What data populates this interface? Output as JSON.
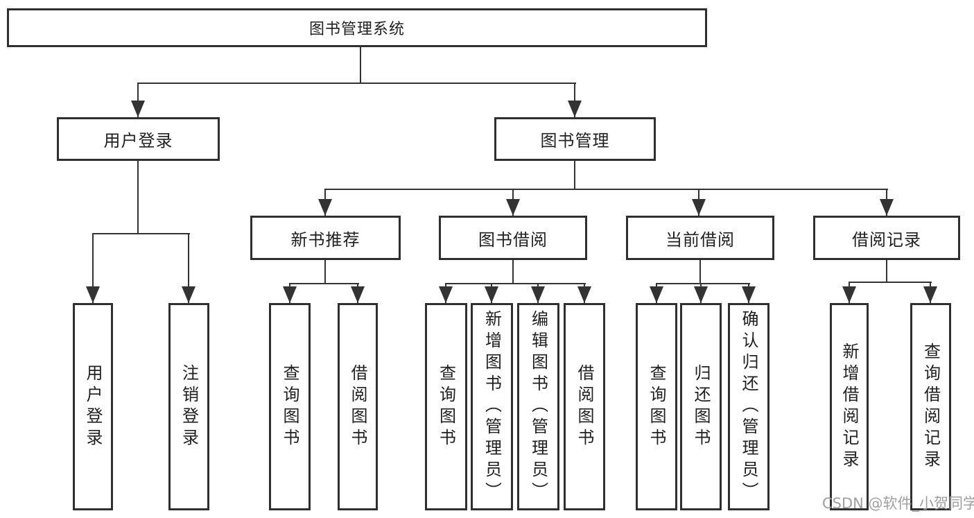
{
  "diagram": {
    "root": {
      "label": "图书管理系统",
      "children": [
        {
          "label": "用户登录",
          "children": [
            {
              "label": "用户登录"
            },
            {
              "label": "注销登录"
            }
          ]
        },
        {
          "label": "图书管理",
          "children": [
            {
              "label": "新书推荐",
              "children": [
                {
                  "label": "查询图书"
                },
                {
                  "label": "借阅图书"
                }
              ]
            },
            {
              "label": "图书借阅",
              "children": [
                {
                  "label": "查询图书"
                },
                {
                  "label": "新增图书（管理员）"
                },
                {
                  "label": "编辑图书（管理员）"
                },
                {
                  "label": "借阅图书"
                }
              ]
            },
            {
              "label": "当前借阅",
              "children": [
                {
                  "label": "查询图书"
                },
                {
                  "label": "归还图书"
                },
                {
                  "label": "确认归还（管理员）"
                }
              ]
            },
            {
              "label": "借阅记录",
              "children": [
                {
                  "label": "新增借阅记录"
                },
                {
                  "label": "查询借阅记录"
                }
              ]
            }
          ]
        }
      ]
    },
    "watermark": "CSDN @软件_小贺同学",
    "colors": {
      "line": "#333333",
      "box_border": "#2f2f2f",
      "text": "#1f1f1f",
      "watermark": "#9f9f9f",
      "background": "#ffffff"
    }
  }
}
